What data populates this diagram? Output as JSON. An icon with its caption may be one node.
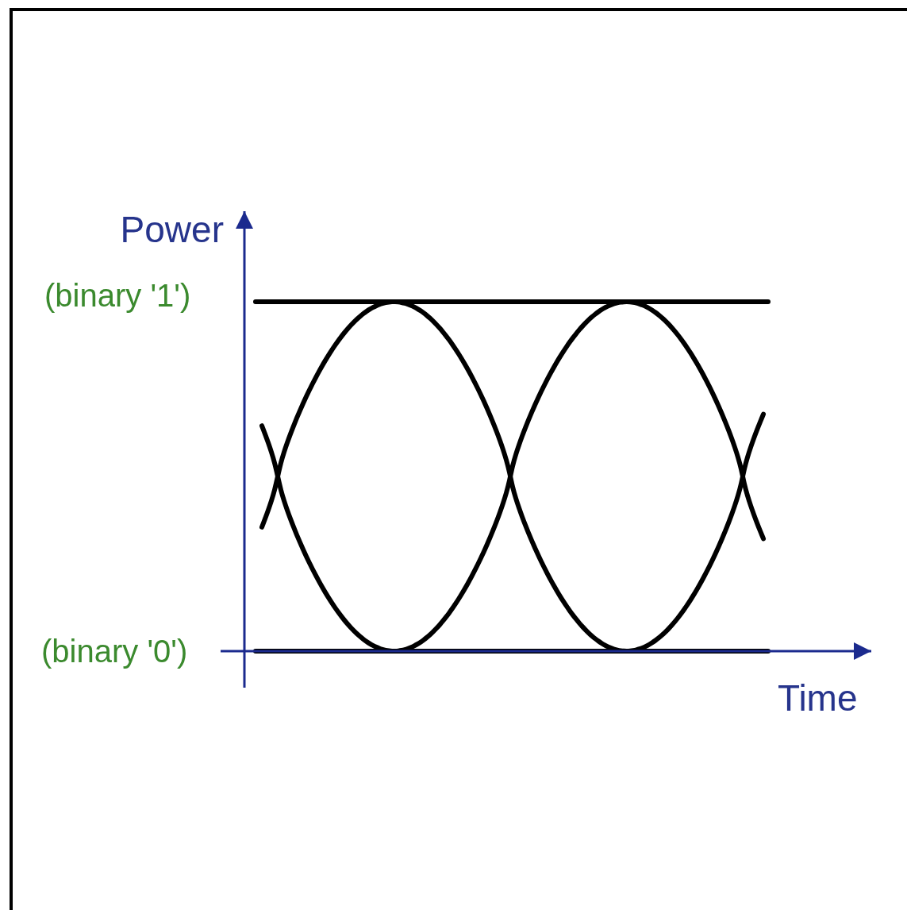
{
  "diagram": {
    "labels": [
      "Power",
      "(binary '1')",
      "(binary '0')",
      "Time"
    ]
  }
}
